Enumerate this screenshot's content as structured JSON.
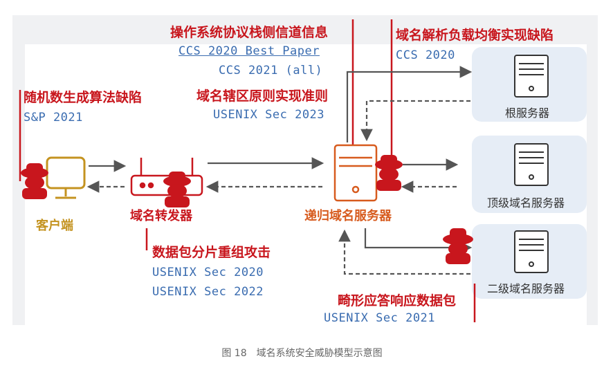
{
  "labels": {
    "os_channel": "操作系统协议栈侧信道信息",
    "ccs2020_best": "CCS 2020 Best Paper",
    "ccs2021": "CCS 2021 (all)",
    "zone_rule": "域名辖区原则实现准则",
    "usenix2023": "USENIX Sec 2023",
    "lb_defect": "域名解析负载均衡实现缺陷",
    "ccs2020": "CCS 2020",
    "rng_defect": "随机数生成算法缺陷",
    "sp2021": "S&P 2021",
    "frag_attack": "数据包分片重组攻击",
    "usenix2020": "USENIX Sec 2020",
    "usenix2022": "USENIX Sec 2022",
    "malformed": "畸形应答响应数据包",
    "usenix2021": "USENIX Sec 2021"
  },
  "nodes": {
    "client": "客户端",
    "forwarder": "域名转发器",
    "resolver": "递归域名服务器",
    "root": "根服务器",
    "tld": "顶级域名服务器",
    "sld": "二级域名服务器"
  },
  "caption": "图 18　域名系统安全威胁模型示意图",
  "colors": {
    "red": "#c8161d",
    "blue": "#3a6cb0",
    "gold": "#c49320",
    "orange": "#d75b1e",
    "panel": "#e6edf6"
  }
}
